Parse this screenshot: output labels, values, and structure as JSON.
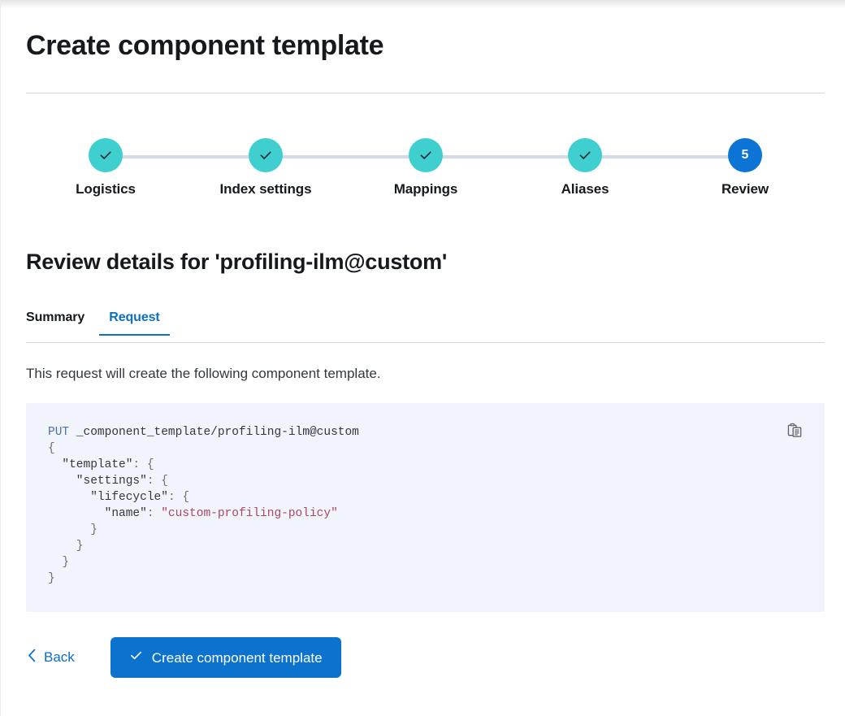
{
  "page": {
    "title": "Create component template",
    "section_title": "Review details for 'profiling-ilm@custom'",
    "description": "This request will create the following component template."
  },
  "colors": {
    "step_done": "#3fcfcf",
    "step_current": "#0b74d4",
    "accent_blue": "#0b6fc4",
    "primary_button": "#0b72cd",
    "code_background": "#f1f4fa",
    "code_string": "#b0436c",
    "rule": "#d3dae6"
  },
  "steps": {
    "items": [
      {
        "label": "Logistics",
        "state": "done",
        "number": "1",
        "icon": "check-icon"
      },
      {
        "label": "Index settings",
        "state": "done",
        "number": "2",
        "icon": "check-icon"
      },
      {
        "label": "Mappings",
        "state": "done",
        "number": "3",
        "icon": "check-icon"
      },
      {
        "label": "Aliases",
        "state": "done",
        "number": "4",
        "icon": "check-icon"
      },
      {
        "label": "Review",
        "state": "current",
        "number": "5",
        "icon": ""
      }
    ]
  },
  "tabs": {
    "items": [
      {
        "label": "Summary",
        "active": false
      },
      {
        "label": "Request",
        "active": true
      }
    ]
  },
  "code": {
    "copy_icon": "copy-clipboard-icon",
    "lines": [
      [
        {
          "t": "PUT ",
          "c": "tok-method"
        },
        {
          "t": "_component_template/profiling-ilm@custom",
          "c": "tok-path"
        }
      ],
      [
        {
          "t": "{",
          "c": "tok-punct"
        }
      ],
      [
        {
          "t": "  \"template\"",
          "c": "tok-key"
        },
        {
          "t": ": {",
          "c": "tok-punct"
        }
      ],
      [
        {
          "t": "    \"settings\"",
          "c": "tok-key"
        },
        {
          "t": ": {",
          "c": "tok-punct"
        }
      ],
      [
        {
          "t": "      \"lifecycle\"",
          "c": "tok-key"
        },
        {
          "t": ": {",
          "c": "tok-punct"
        }
      ],
      [
        {
          "t": "        \"name\"",
          "c": "tok-key"
        },
        {
          "t": ": ",
          "c": "tok-punct"
        },
        {
          "t": "\"custom-profiling-policy\"",
          "c": "tok-string"
        }
      ],
      [
        {
          "t": "      }",
          "c": "tok-punct"
        }
      ],
      [
        {
          "t": "    }",
          "c": "tok-punct"
        }
      ],
      [
        {
          "t": "  }",
          "c": "tok-punct"
        }
      ],
      [
        {
          "t": "}",
          "c": "tok-punct"
        }
      ]
    ]
  },
  "footer": {
    "back_label": "Back",
    "back_icon": "chevron-left-icon",
    "submit_label": "Create component template",
    "submit_icon": "check-icon"
  }
}
